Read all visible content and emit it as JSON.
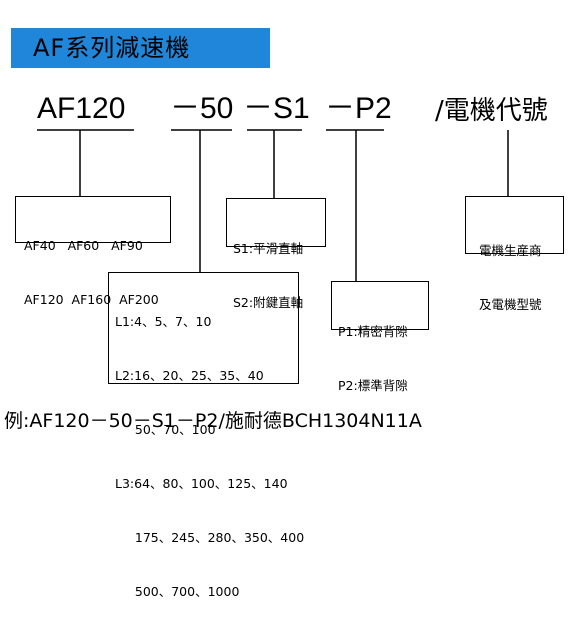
{
  "title": "AF系列減速機",
  "codes": {
    "model": "AF120",
    "ratio": "－50",
    "shaft": "－S1",
    "pole": "－P2",
    "motor": "/電機代號"
  },
  "boxes": {
    "model_lines": [
      "AF40   AF60   AF90",
      "AF120  AF160  AF200"
    ],
    "ratio_lines": [
      "L1:4、5、7、10",
      "L2:16、20、25、35、40",
      "     50、70、100",
      "L3:64、80、100、125、140",
      "     175、245、280、350、400",
      "     500、700、1000"
    ],
    "shaft_lines": [
      "S1:平滑直軸",
      "S2:附鍵直軸"
    ],
    "pole_lines": [
      "P1:精密背隙",
      "P2:標準背隙"
    ],
    "motor_lines": [
      "電機生産商",
      "及電機型號"
    ]
  },
  "example": "例:AF120－50－S1－P2/施耐德BCH1304N11A"
}
